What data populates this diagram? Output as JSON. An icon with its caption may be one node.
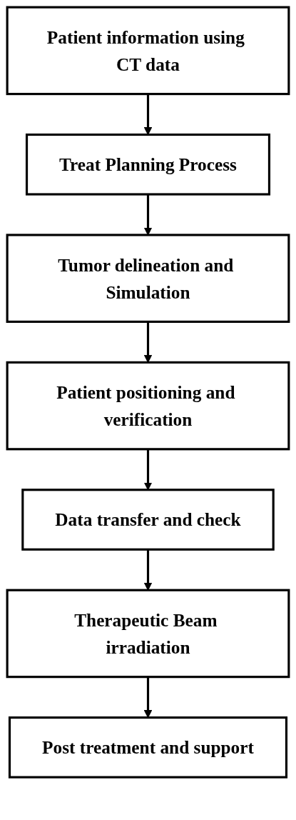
{
  "diagram": {
    "nodes": [
      {
        "text": [
          "Patient information using CT data"
        ]
      },
      {
        "text": [
          "Treat Planning Process"
        ]
      },
      {
        "text": [
          "Tumor delineation and Simulation"
        ]
      },
      {
        "text": [
          "Patient positioning and verification"
        ]
      },
      {
        "text": [
          "Data transfer and check"
        ]
      },
      {
        "text": [
          "Therapeutic Beam irradiation"
        ]
      },
      {
        "text": [
          "Post treatment and support"
        ]
      }
    ],
    "edges": [
      {
        "from": 0,
        "to": 1,
        "arrow": "to"
      },
      {
        "from": 1,
        "to": 2,
        "arrow": "to"
      },
      {
        "from": 2,
        "to": 3,
        "arrow": "to"
      },
      {
        "from": 3,
        "to": 4,
        "arrow": "to"
      },
      {
        "from": 4,
        "to": 5,
        "arrow": "to"
      },
      {
        "from": 5,
        "to": 6,
        "arrow": "to"
      }
    ]
  }
}
